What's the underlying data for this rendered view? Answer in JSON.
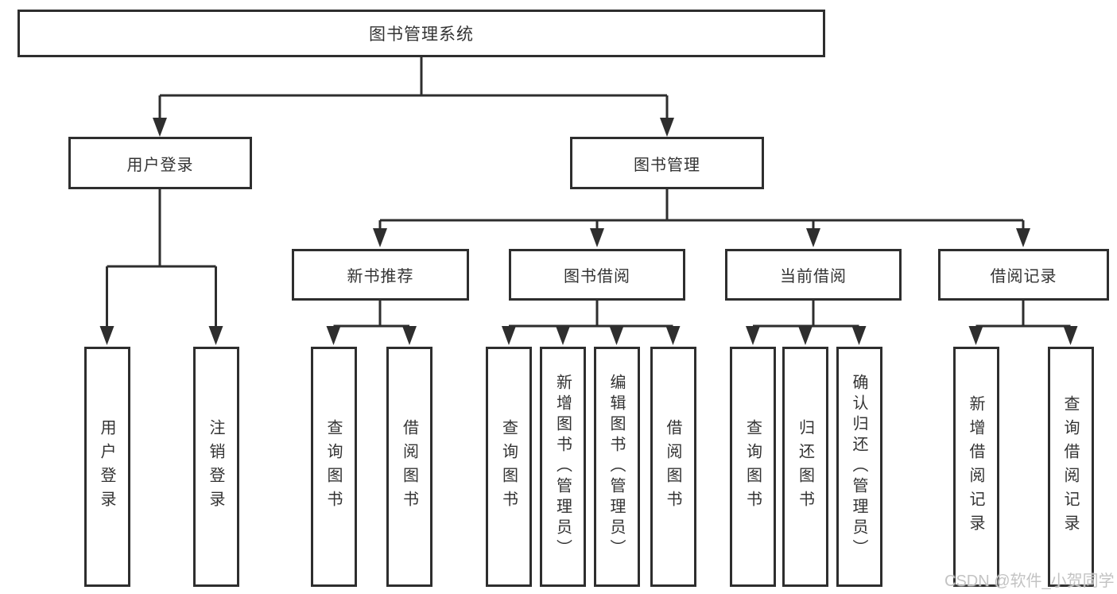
{
  "colors": {
    "line": "#2e2e2e",
    "border": "#2e2e2e",
    "text": "#333333",
    "background": "#ffffff",
    "watermark": "#c3c3c3"
  },
  "watermark": "CSDN @软件_小贺同学",
  "tree": {
    "root": "图书管理系统",
    "user_login": {
      "label": "用户登录",
      "children": [
        "用户登录",
        "注销登录"
      ]
    },
    "book_mgmt": {
      "label": "图书管理",
      "groups": [
        {
          "label": "新书推荐",
          "children": [
            "查询图书",
            "借阅图书"
          ]
        },
        {
          "label": "图书借阅",
          "children": [
            "查询图书",
            "新增图书（管理员）",
            "编辑图书（管理员）",
            "借阅图书"
          ]
        },
        {
          "label": "当前借阅",
          "children": [
            "查询图书",
            "归还图书",
            "确认归还（管理员）"
          ]
        },
        {
          "label": "借阅记录",
          "children": [
            "新增借阅记录",
            "查询借阅记录"
          ]
        }
      ]
    }
  }
}
